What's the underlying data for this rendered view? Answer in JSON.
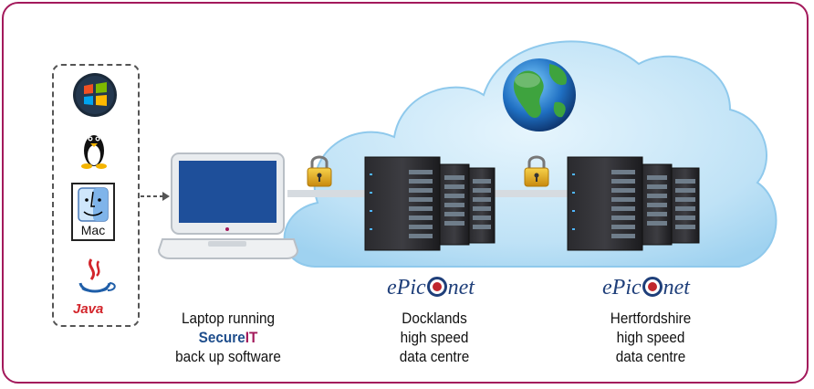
{
  "laptop_caption": {
    "line1": "Laptop running",
    "brand_main": "Secure",
    "brand_suffix": "IT",
    "line3": "back up software"
  },
  "docklands": {
    "brand": "ePic",
    "brand_suffix": "net",
    "line1": "Docklands",
    "line2": "high speed",
    "line3": "data centre"
  },
  "hertfordshire": {
    "brand": "ePic",
    "brand_suffix": "net",
    "line1": "Hertfordshire",
    "line2": "high speed",
    "line3": "data centre"
  },
  "os_icons": [
    {
      "name": "windows-icon"
    },
    {
      "name": "linux-tux-icon"
    },
    {
      "name": "mac-finder-icon",
      "label": "Mac"
    },
    {
      "name": "java-icon",
      "label": "Java"
    }
  ],
  "colors": {
    "border": "#a3195b",
    "cloud": "#bfe2f6",
    "cloud_edge": "#8fc9ec",
    "brand_blue": "#1f4e8c",
    "brand_magenta": "#a3195b",
    "lock_gold": "#e8b21a"
  }
}
